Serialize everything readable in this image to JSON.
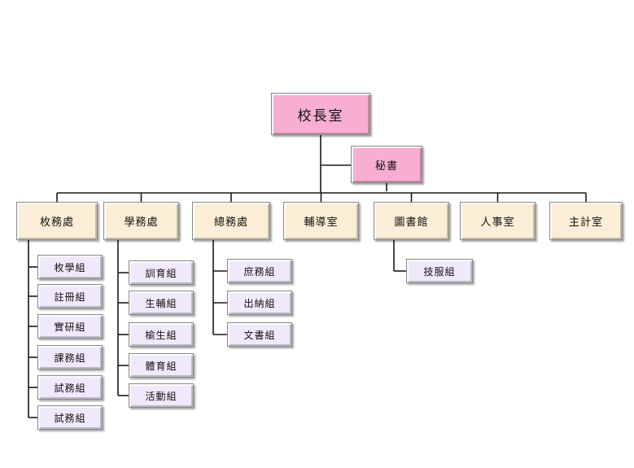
{
  "colors": {
    "root_fill": "#f7aed0",
    "secretary_fill": "#f7aed0",
    "department_fill": "#fbeed6",
    "group_fill": "#f0e8fb",
    "connector": "#1a1a1a"
  },
  "org": {
    "root": "校長室",
    "secretary": "秘書",
    "departments": [
      {
        "label": "枚務處",
        "groups": [
          "枚學組",
          "註冊組",
          "實研組",
          "課務組",
          "試務組",
          "試務組"
        ]
      },
      {
        "label": "學務處",
        "groups": [
          "訓育組",
          "生輔組",
          "榆生組",
          "體育組",
          "活動組"
        ]
      },
      {
        "label": "總務處",
        "groups": [
          "庶務組",
          "出納組",
          "文書組"
        ]
      },
      {
        "label": "輔導室",
        "groups": []
      },
      {
        "label": "圖書館",
        "groups": [
          "技服組"
        ]
      },
      {
        "label": "人事室",
        "groups": []
      },
      {
        "label": "主計室",
        "groups": []
      }
    ]
  }
}
